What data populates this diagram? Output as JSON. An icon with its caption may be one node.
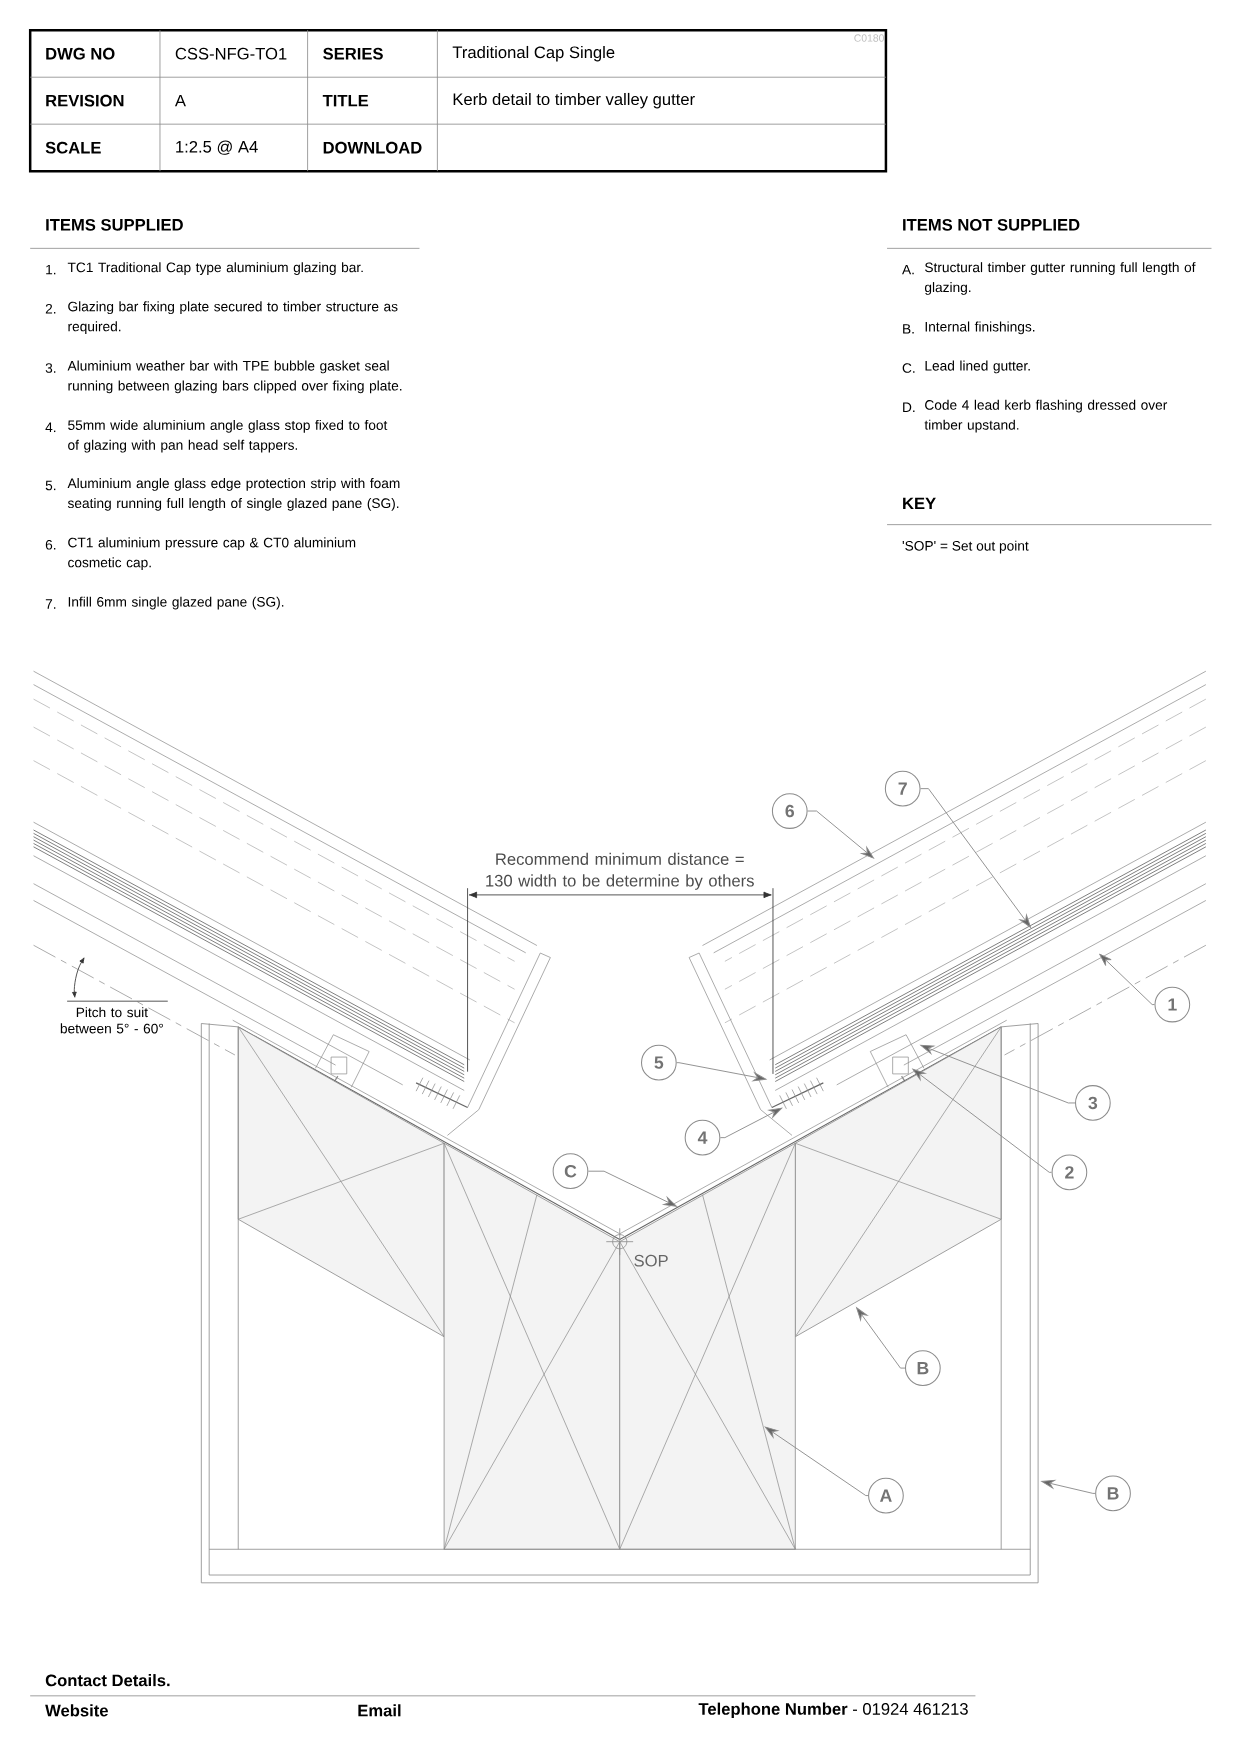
{
  "diagram": {
    "nodes": [
      {
        "text": [
          "6"
        ]
      },
      {
        "text": [
          "7"
        ]
      },
      {
        "text": [
          "1"
        ]
      },
      {
        "text": [
          "5"
        ]
      },
      {
        "text": [
          "3"
        ]
      },
      {
        "text": [
          "4"
        ]
      },
      {
        "text": [
          "2"
        ]
      },
      {
        "text": [
          "C"
        ]
      },
      {
        "text": [
          "B"
        ]
      },
      {
        "text": [
          "A"
        ]
      },
      {
        "text": [
          "B"
        ]
      }
    ],
    "edges": [
      {
        "from": 0,
        "to": null,
        "arrow": "to"
      },
      {
        "from": 1,
        "to": null,
        "arrow": "to"
      },
      {
        "from": 2,
        "to": null,
        "arrow": "to"
      },
      {
        "from": 3,
        "to": null,
        "arrow": "to"
      },
      {
        "from": 4,
        "to": null,
        "arrow": "to"
      },
      {
        "from": 5,
        "to": null,
        "arrow": "to"
      },
      {
        "from": 6,
        "to": null,
        "arrow": "to"
      },
      {
        "from": 7,
        "to": null,
        "arrow": "to"
      },
      {
        "from": 8,
        "to": null,
        "arrow": "to"
      },
      {
        "from": 9,
        "to": null,
        "arrow": "to"
      },
      {
        "from": 10,
        "to": null,
        "arrow": "to"
      }
    ],
    "labels": [
      "C0180",
      "DWG NO",
      "CSS-NFG-TO1",
      "SERIES",
      "Traditional Cap Single",
      "REVISION",
      "A",
      "TITLE",
      "Kerb detail to timber valley gutter",
      "SCALE",
      "1:2.5 @ A4",
      "DOWNLOAD",
      "ITEMS SUPPLIED",
      "ITEMS NOT SUPPLIED",
      "1.",
      "TC1 Traditional Cap type aluminium glazing bar.",
      "2.",
      "Glazing bar fixing plate secured to timber structure as required.",
      "3.",
      "Aluminium weather bar with TPE bubble gasket seal running between glazing bars clipped over fixing plate.",
      "4.",
      "55mm wide aluminium angle glass stop fixed to foot of glazing with pan head self tappers.",
      "5.",
      "Aluminium angle glass edge protection strip with foam seating running full length of single glazed pane (SG).",
      "6.",
      "CT1 aluminium pressure cap & CT0 aluminium cosmetic cap.",
      "7.",
      "Infill 6mm single glazed pane (SG).",
      "A.",
      "Structural timber gutter running full length of glazing.",
      "B.",
      "Internal finishings.",
      "C.",
      "Lead lined gutter.",
      "D.",
      "Code 4 lead kerb flashing dressed over timber upstand.",
      "KEY",
      "'SOP' = Set out point",
      "Recommend minimum distance = 130 width to be determine by others",
      "Pitch to suit between 5° - 60°",
      "SOP",
      "Contact Details.",
      "Website",
      "Email",
      "**Telephone Number**  -  01924 461213"
    ]
  }
}
